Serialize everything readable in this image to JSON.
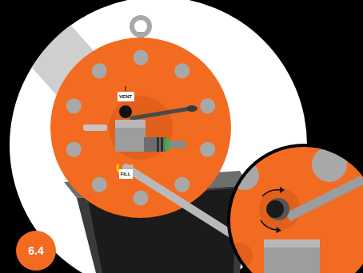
{
  "diagram": {
    "nodes": [
      {
        "text": [
          "VENT"
        ]
      },
      {
        "text": [
          "FILL"
        ]
      },
      {
        "text": [
          "6.4"
        ]
      }
    ]
  }
}
